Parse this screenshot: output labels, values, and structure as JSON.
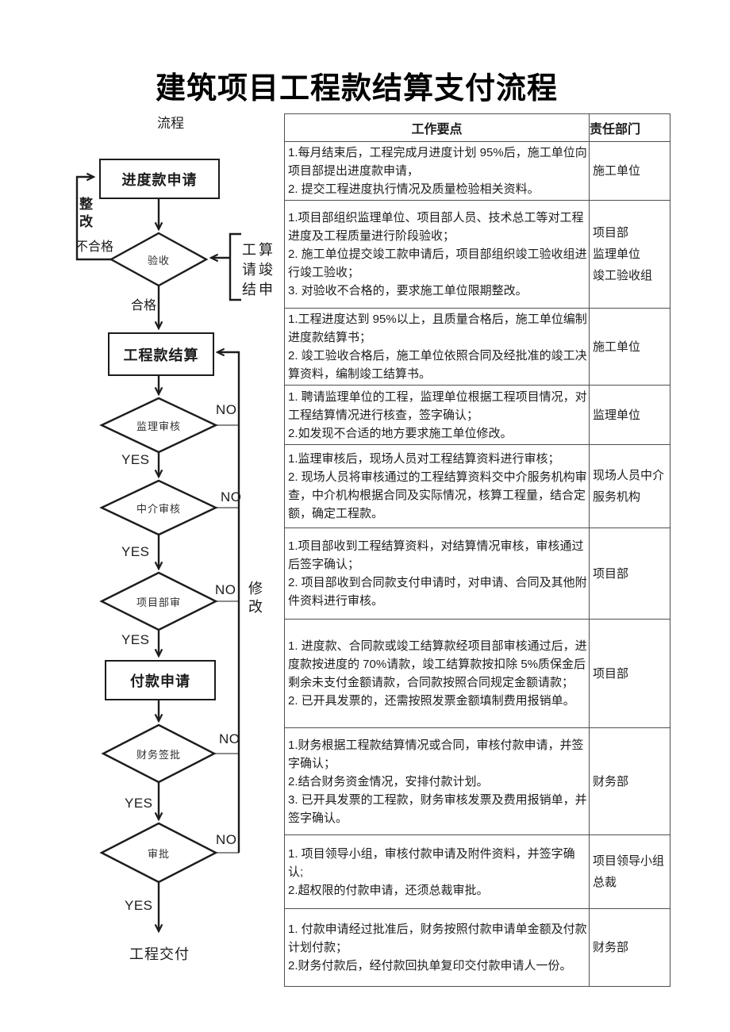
{
  "title": "建筑项目工程款结算支付流程",
  "flowchart": {
    "label": "流程",
    "nodes": {
      "progress_request": "进度款申请",
      "acceptance": "验收",
      "settlement": "工程款结算",
      "supervisor_review": "监理审核",
      "agency_review": "中介审核",
      "project_dept_review": "项目部审",
      "payment_request": "付款申请",
      "finance_sign": "财务签批",
      "approval": "审批",
      "delivery": "工程交付"
    },
    "edge_labels": {
      "rectify": "整改",
      "fail": "不合格",
      "pass": "合格",
      "completion_note": "工算\n请竣\n结申",
      "modify": "修改",
      "yes": "YES",
      "no": "NO"
    }
  },
  "table": {
    "headers": {
      "points": "工作要点",
      "dept": "责任部门"
    },
    "rows": [
      {
        "points": "1.每月结束后，工程完成月进度计划 95%后，施工单位向项目部提出进度款申请，\n2. 提交工程进度执行情况及质量检验相关资料。",
        "dept": "施工单位"
      },
      {
        "points": "1.项目部组织监理单位、项目部人员、技术总工等对工程进度及工程质量进行阶段验收；\n2. 施工单位提交竣工款申请后，项目部组织竣工验收组进行竣工验收；\n3. 对验收不合格的，要求施工单位限期整改。",
        "dept": "项目部\n监理单位\n竣工验收组"
      },
      {
        "points": "1.工程进度达到 95%以上，且质量合格后，施工单位编制进度款结算书；\n2. 竣工验收合格后，施工单位依照合同及经批准的竣工决算资料，编制竣工结算书。",
        "dept": "施工单位"
      },
      {
        "points": "1. 聘请监理单位的工程，监理单位根据工程项目情况，对工程结算情况进行核查，签字确认；\n2.如发现不合适的地方要求施工单位修改。",
        "dept": "监理单位"
      },
      {
        "points": "1.监理审核后，现场人员对工程结算资料进行审核；\n2. 现场人员将审核通过的工程结算资料交中介服务机构审查，中介机构根据合同及实际情况，核算工程量，结合定额，确定工程款。",
        "dept": "现场人员中介服务机构"
      },
      {
        "points": "1.项目部收到工程结算资料，对结算情况审核，审核通过后签字确认；\n2. 项目部收到合同款支付申请时，对申请、合同及其他附件资料进行审核。",
        "dept": "项目部"
      },
      {
        "points": "1. 进度款、合同款或竣工结算款经项目部审核通过后，进度款按进度的 70%请款，竣工结算款按扣除 5%质保金后剩余未支付金额请款，合同款按照合同规定金额请款；\n2. 已开具发票的，还需按照发票金额填制费用报销单。",
        "dept": "项目部"
      },
      {
        "points": "1.财务根据工程款结算情况或合同，审核付款申请，并签字确认；\n2.结合财务资金情况，安排付款计划。\n3. 已开具发票的工程款，财务审核发票及费用报销单，并签字确认。",
        "dept": "财务部"
      },
      {
        "points": "1. 项目领导小组，审核付款申请及附件资料，并签字确认;\n2.超权限的付款申请，还须总裁审批。",
        "dept": "项目领导小组\n总裁"
      },
      {
        "points": "1. 付款申请经过批准后，财务按照付款申请单金额及付款计划付款；\n2.财务付款后，经付款回执单复印交付款申请人一份。",
        "dept": "财务部"
      }
    ]
  }
}
